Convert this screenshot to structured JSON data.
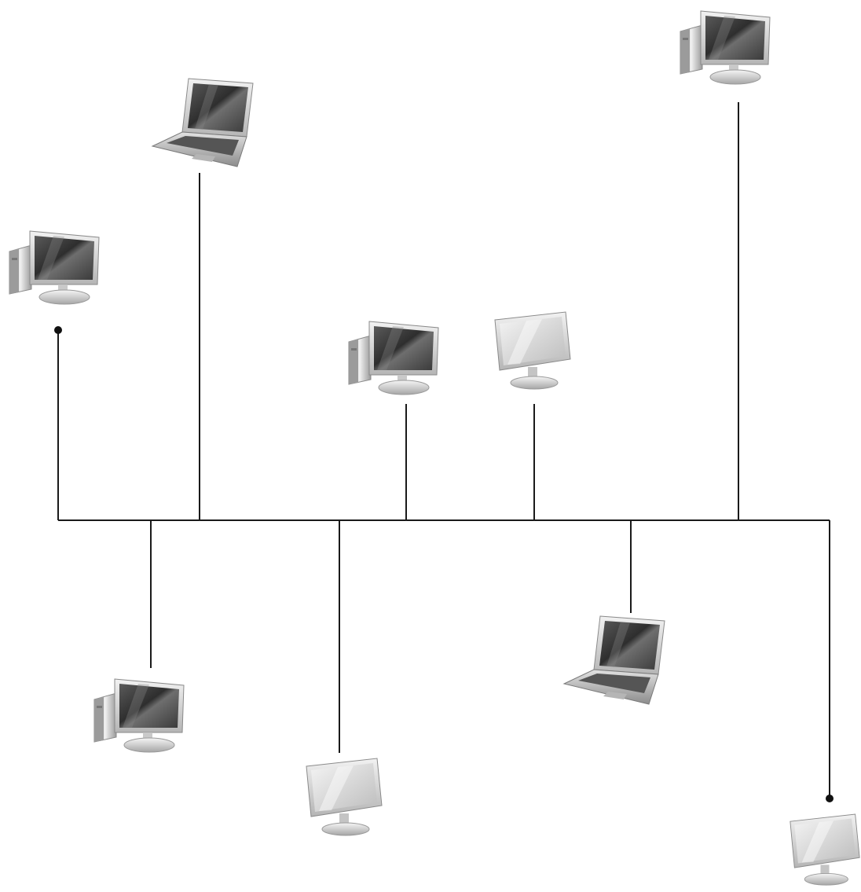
{
  "diagram": {
    "type": "bus-network-topology",
    "title": "",
    "colors": {
      "background": "#ffffff",
      "line": "#1a1a1a",
      "device_light": "#e6e6e6",
      "device_mid": "#a8a8a8",
      "device_dark": "#4a4a4a",
      "screen": "#3c3c3c"
    },
    "bus": {
      "label": "",
      "terminators": 2
    },
    "nodes": [
      {
        "id": "desktop-left",
        "device": "desktop-pc",
        "side": "top",
        "terminated": true
      },
      {
        "id": "laptop-top-left",
        "device": "laptop",
        "side": "top",
        "terminated": false
      },
      {
        "id": "desktop-center",
        "device": "desktop-pc",
        "side": "top",
        "terminated": false
      },
      {
        "id": "monitor-center",
        "device": "monitor",
        "side": "top",
        "terminated": false
      },
      {
        "id": "desktop-top-right",
        "device": "desktop-pc",
        "side": "top",
        "terminated": false
      },
      {
        "id": "desktop-bottom-left",
        "device": "desktop-pc",
        "side": "bottom",
        "terminated": false
      },
      {
        "id": "monitor-bottom-center",
        "device": "monitor",
        "side": "bottom",
        "terminated": false
      },
      {
        "id": "laptop-bottom-right",
        "device": "laptop",
        "side": "bottom",
        "terminated": false
      },
      {
        "id": "monitor-bottom-right",
        "device": "monitor",
        "side": "bottom",
        "terminated": true
      }
    ]
  }
}
